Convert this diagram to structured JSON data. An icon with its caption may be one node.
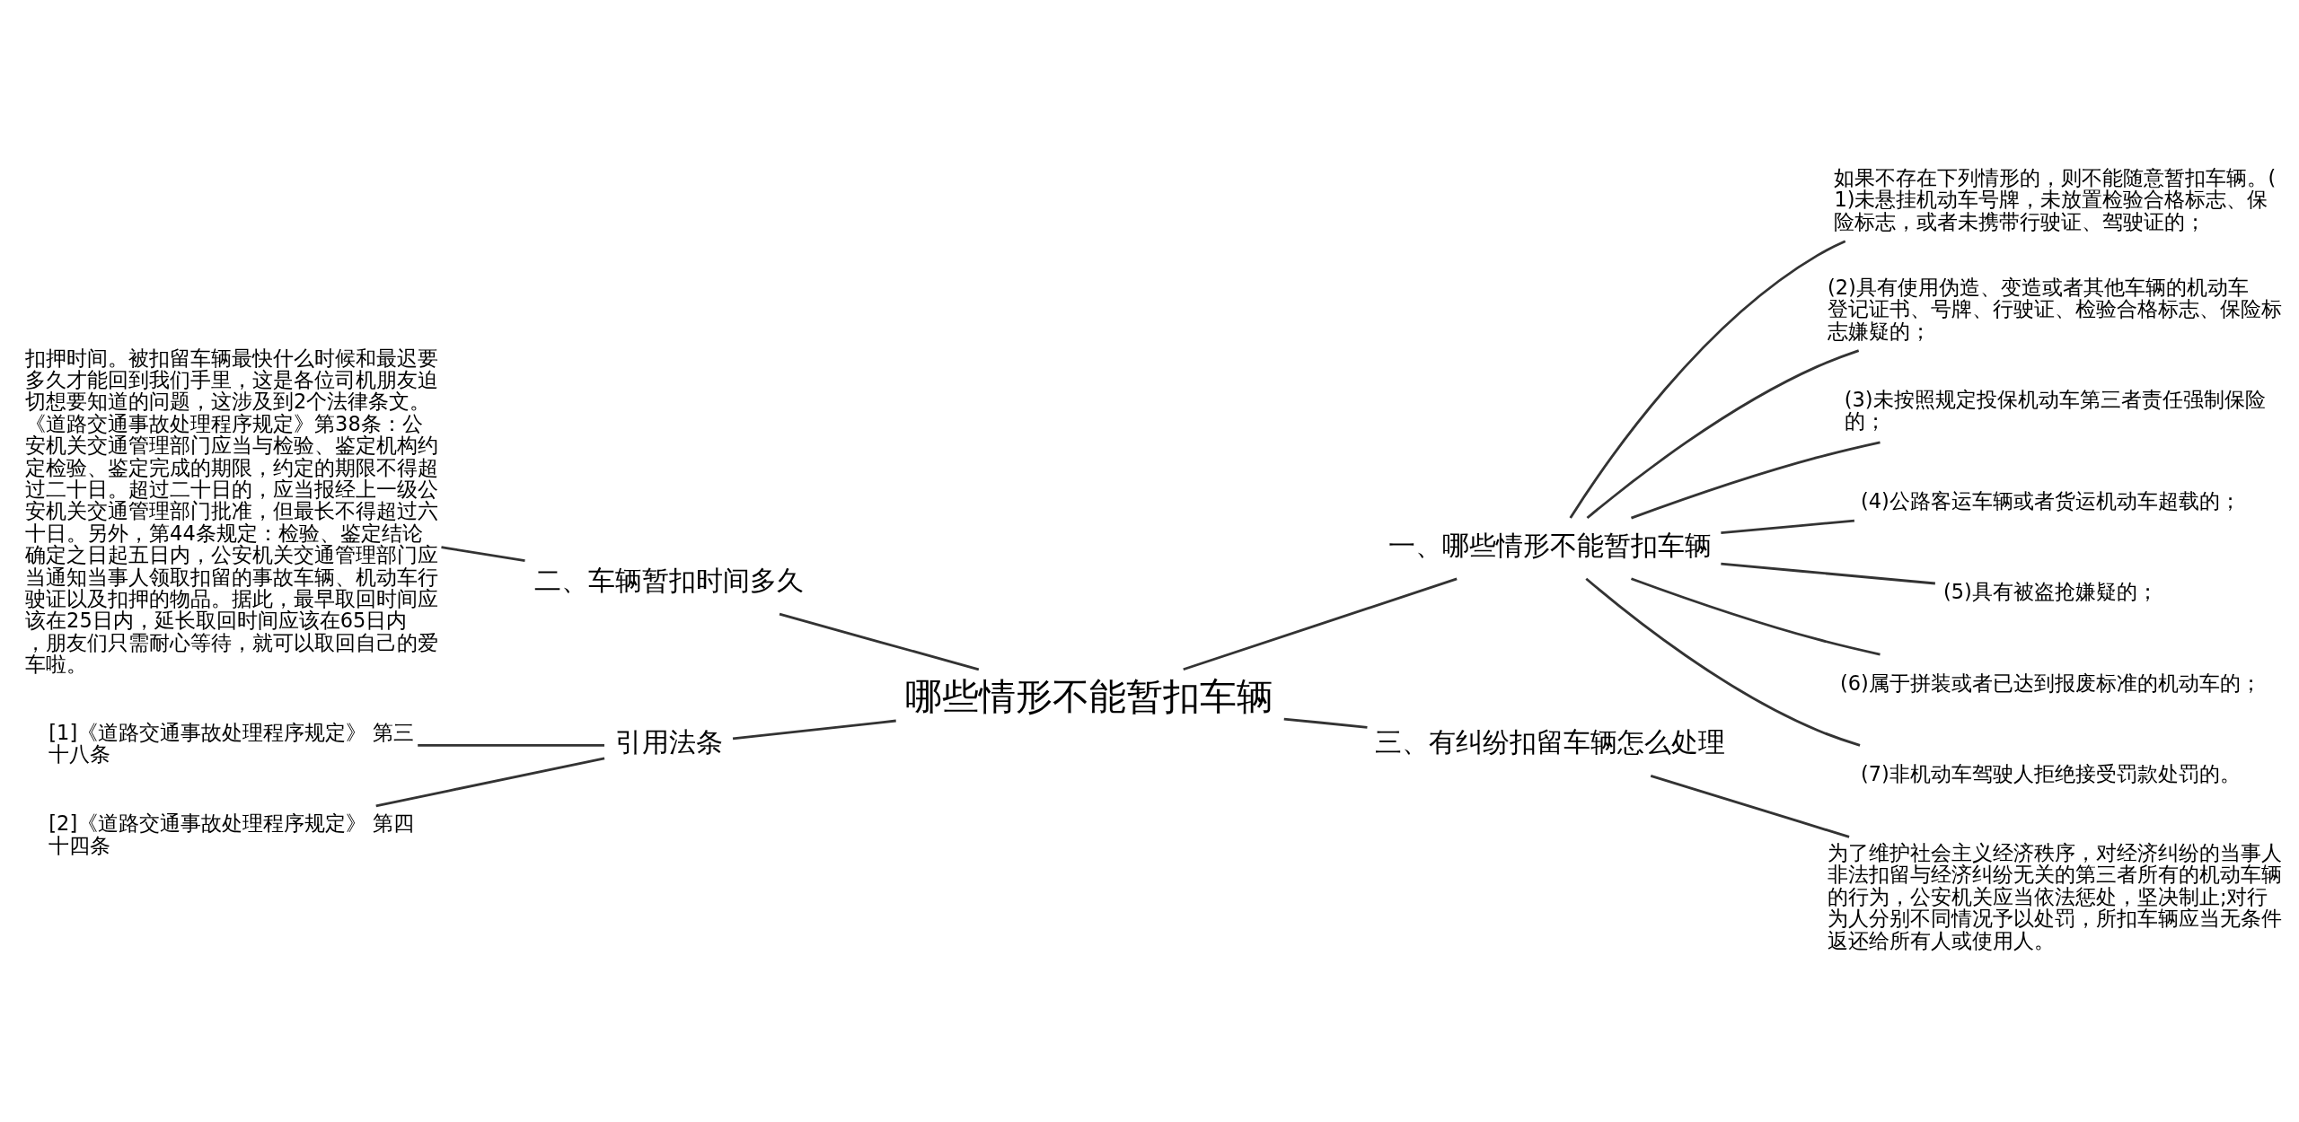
{
  "diagram": {
    "nodes": [
      {
        "text": [
          "哪些情形不能暂扣车辆"
        ]
      },
      {
        "text": [
          "一、哪些情形不能暂扣车辆"
        ]
      },
      {
        "text": [
          "如果不存在下列情形的，则不能随意暂扣车辆。(1)未悬挂机动车号牌，未放置检验合格标志、保险标志，或者未携带行驶证、驾驶证的；"
        ]
      },
      {
        "text": [
          "(2)具有使用伪造、变造或者其他车辆的机动车登记证书、号牌、行驶证、检验合格标志、保险标志嫌疑的；"
        ]
      },
      {
        "text": [
          "(3)未按照规定投保机动车第三者责任强制保险的；"
        ]
      },
      {
        "text": [
          "(4)公路客运车辆或者货运机动车超载的；"
        ]
      },
      {
        "text": [
          "(5)具有被盗抢嫌疑的；"
        ]
      },
      {
        "text": [
          "(6)属于拼装或者已达到报废标准的机动车的；"
        ]
      },
      {
        "text": [
          "(7)非机动车驾驶人拒绝接受罚款处罚的。"
        ]
      },
      {
        "text": [
          "二、车辆暂扣时间多久"
        ]
      },
      {
        "text": [
          "扣押时间。被扣留车辆最快什么时候和最迟要多久才能回到我们手里，这是各位司机朋友迫切想要知道的问题，这涉及到2个法律条文。《道路交通事故处理程序规定》第38条：公安机关交通管理部门应当与检验、鉴定机构约定检验、鉴定完成的期限，约定的期限不得超过二十日。超过二十日的，应当报经上一级公安机关交通管理部门批准，但最长不得超过六十日。另外，第44条规定：检验、鉴定结论确定之日起五日内，公安机关交通管理部门应当通知当事人领取扣留的事故车辆、机动车行驶证以及扣押的物品。据此，最早取回时间应该在25日内，延长取回时间应该在65日内，朋友们只需耐心等待，就可以取回自己的爱车啦。"
        ]
      },
      {
        "text": [
          "引用法条"
        ]
      },
      {
        "text": [
          "[1]《道路交通事故处理程序规定》 第三十八条"
        ]
      },
      {
        "text": [
          "[2]《道路交通事故处理程序规定》 第四十四条"
        ]
      },
      {
        "text": [
          "三、有纠纷扣留车辆怎么处理"
        ]
      },
      {
        "text": [
          "为了维护社会主义经济秩序，对经济纠纷的当事人非法扣留与经济纠纷无关的第三者所有的机动车辆的行为，公安机关应当依法惩处，坚决制止;对行为人分别不同情况予以处罚，所扣车辆应当无条件返还给所有人或使用人。"
        ]
      }
    ],
    "edges": [
      {
        "from": 0,
        "to": 1,
        "arrow": "none"
      },
      {
        "from": 1,
        "to": 2,
        "arrow": "none"
      },
      {
        "from": 1,
        "to": 3,
        "arrow": "none"
      },
      {
        "from": 1,
        "to": 4,
        "arrow": "none"
      },
      {
        "from": 1,
        "to": 5,
        "arrow": "none"
      },
      {
        "from": 1,
        "to": 6,
        "arrow": "none"
      },
      {
        "from": 1,
        "to": 7,
        "arrow": "none"
      },
      {
        "from": 1,
        "to": 8,
        "arrow": "none"
      },
      {
        "from": 0,
        "to": 9,
        "arrow": "none"
      },
      {
        "from": 9,
        "to": 10,
        "arrow": "none"
      },
      {
        "from": 0,
        "to": 11,
        "arrow": "none"
      },
      {
        "from": 11,
        "to": 12,
        "arrow": "none"
      },
      {
        "from": 11,
        "to": 13,
        "arrow": "none"
      },
      {
        "from": 0,
        "to": 14,
        "arrow": "none"
      },
      {
        "from": 14,
        "to": 15,
        "arrow": "none"
      }
    ]
  }
}
